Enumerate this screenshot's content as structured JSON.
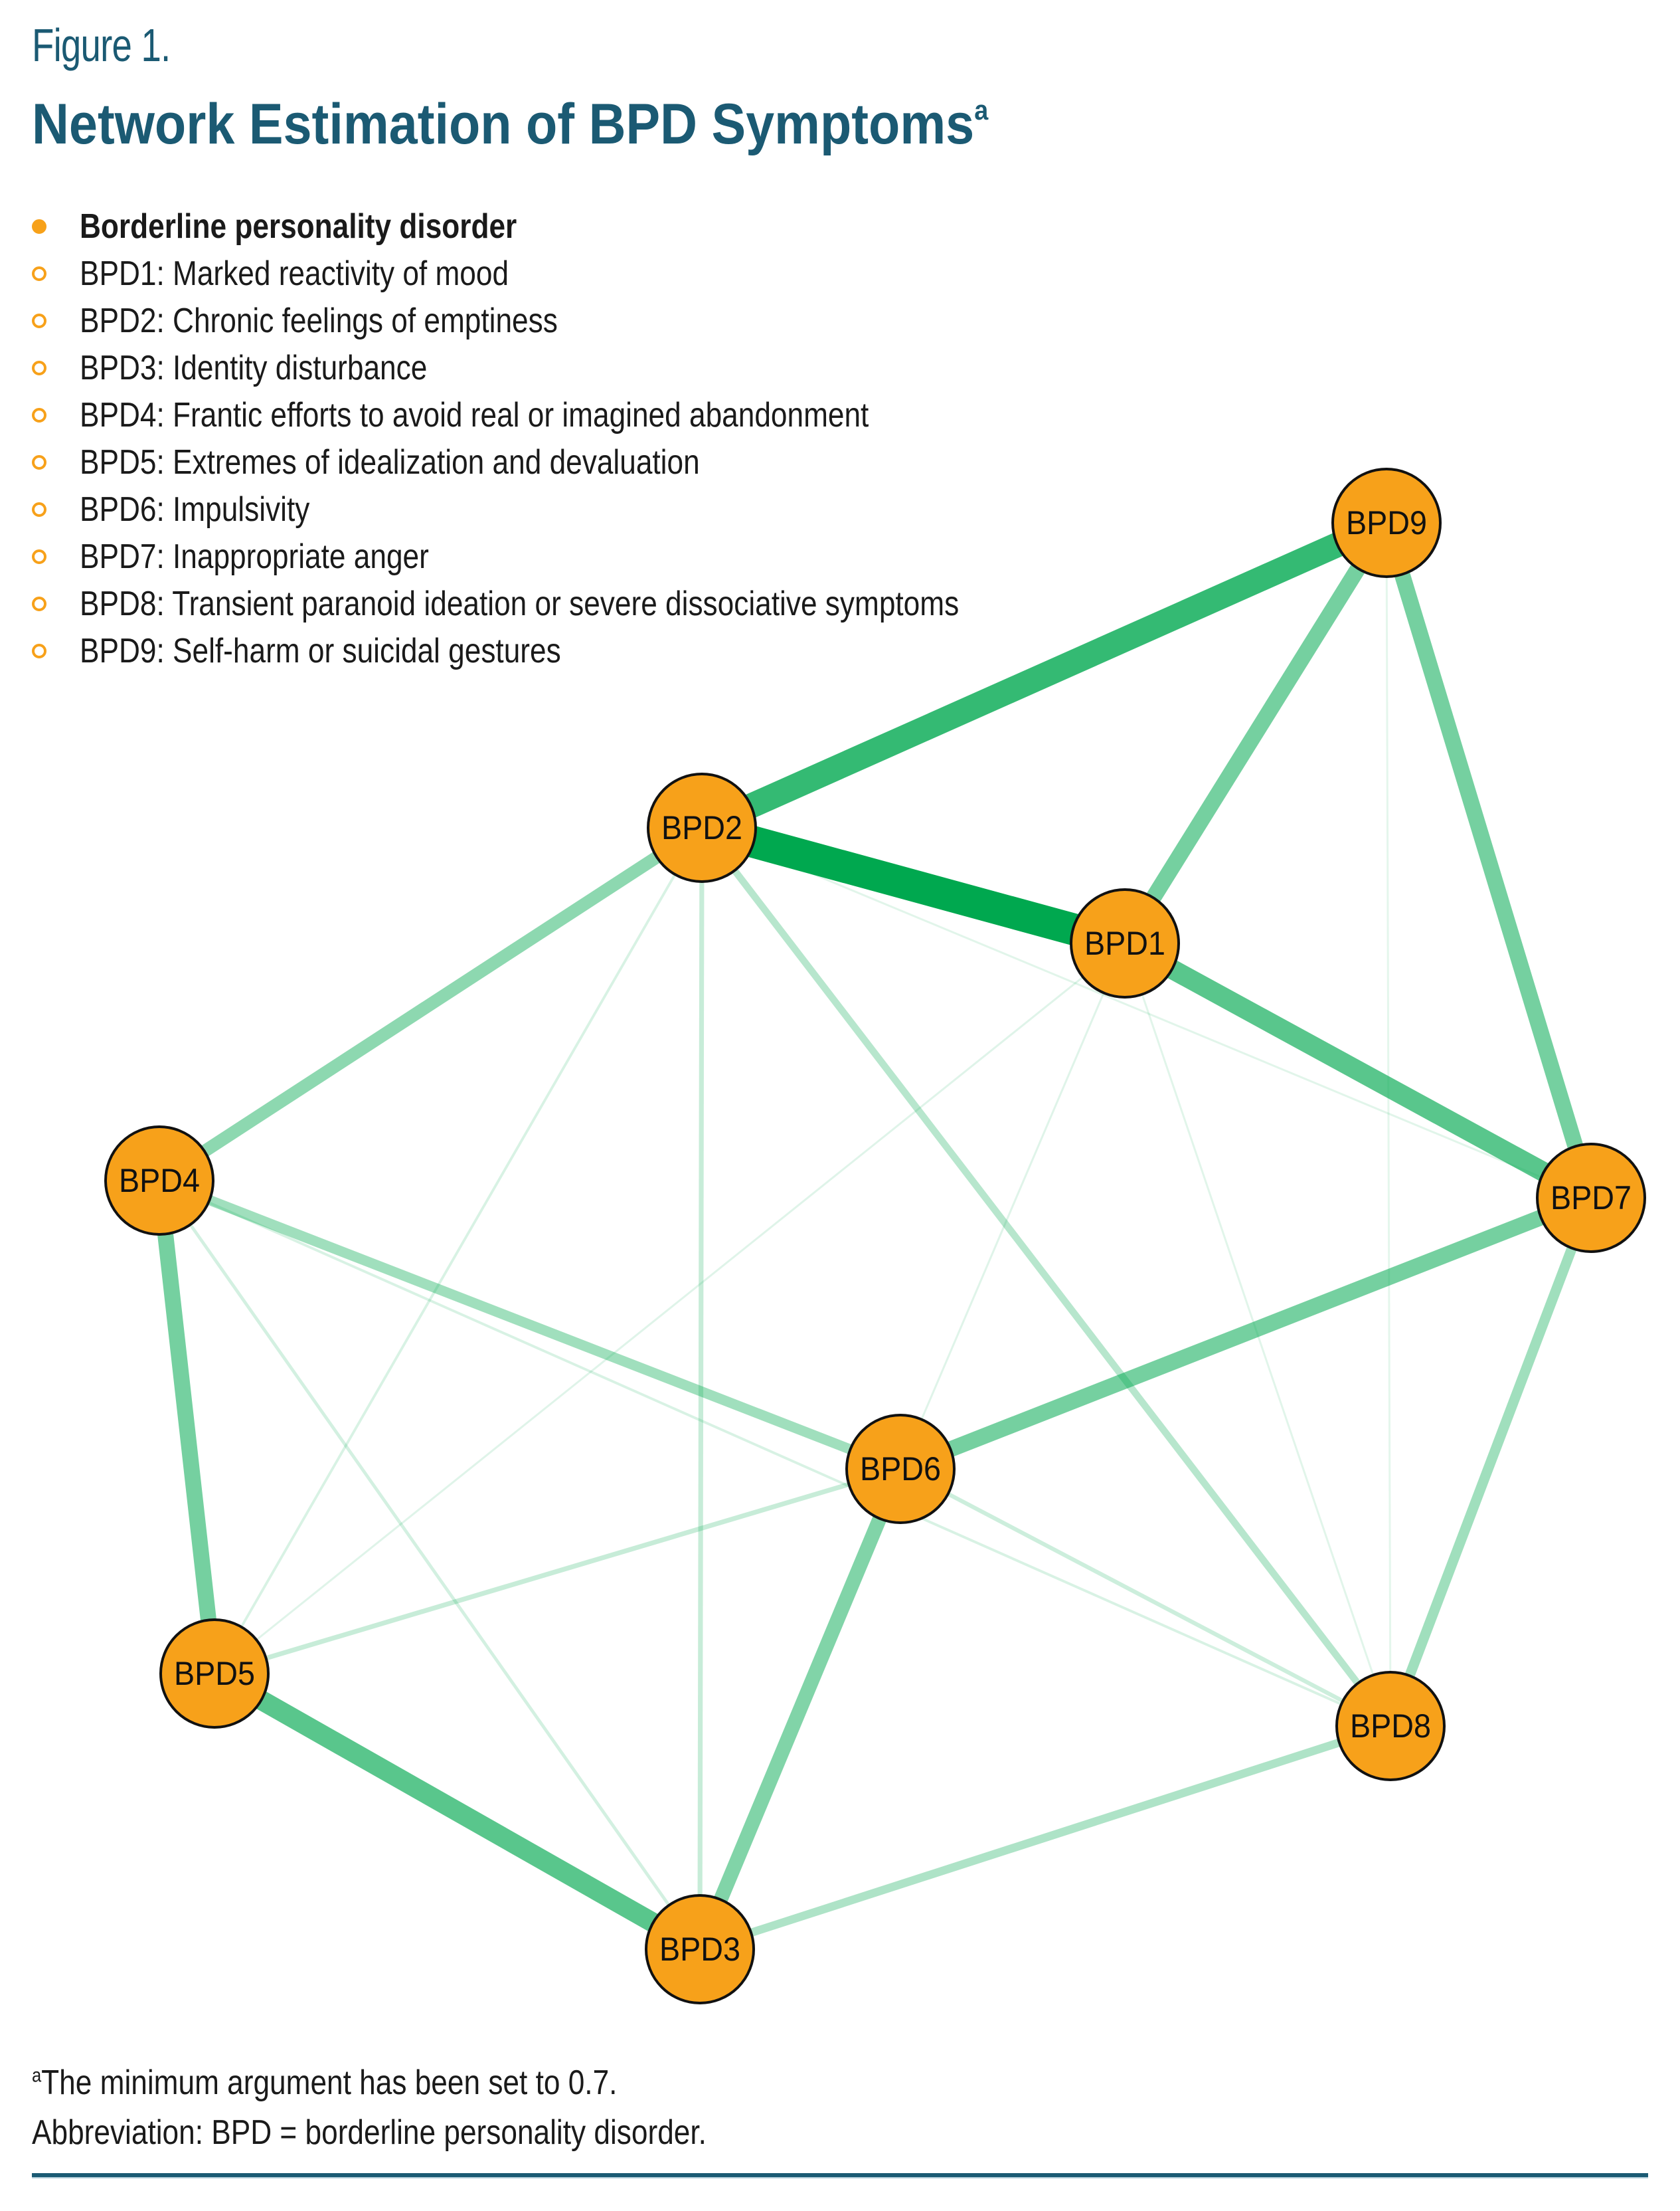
{
  "figure_label": "Figure 1.",
  "title": "Network Estimation of BPD Symptoms",
  "title_superscript": "a",
  "legend": {
    "header": "Borderline personality disorder",
    "items": [
      "BPD1: Marked reactivity of mood",
      "BPD2: Chronic feelings of emptiness",
      "BPD3: Identity disturbance",
      "BPD4: Frantic efforts to avoid real or imagined abandonment",
      "BPD5: Extremes of idealization and devaluation",
      "BPD6: Impulsivity",
      "BPD7: Inappropriate anger",
      "BPD8: Transient paranoid ideation or severe dissociative symptoms",
      "BPD9: Self-harm or suicidal gestures"
    ]
  },
  "colors": {
    "node_fill": "#f7a11a",
    "edge": "#00a84f",
    "title": "#1b5a73"
  },
  "chart_data": {
    "type": "network",
    "nodes": [
      "BPD1",
      "BPD2",
      "BPD3",
      "BPD4",
      "BPD5",
      "BPD6",
      "BPD7",
      "BPD8",
      "BPD9"
    ],
    "edges": [
      {
        "from": "BPD2",
        "to": "BPD1",
        "weight": 1.0
      },
      {
        "from": "BPD2",
        "to": "BPD9",
        "weight": 0.78
      },
      {
        "from": "BPD1",
        "to": "BPD7",
        "weight": 0.62
      },
      {
        "from": "BPD5",
        "to": "BPD3",
        "weight": 0.62
      },
      {
        "from": "BPD9",
        "to": "BPD1",
        "weight": 0.5
      },
      {
        "from": "BPD9",
        "to": "BPD7",
        "weight": 0.5
      },
      {
        "from": "BPD4",
        "to": "BPD5",
        "weight": 0.5
      },
      {
        "from": "BPD6",
        "to": "BPD7",
        "weight": 0.5
      },
      {
        "from": "BPD6",
        "to": "BPD3",
        "weight": 0.45
      },
      {
        "from": "BPD4",
        "to": "BPD2",
        "weight": 0.4
      },
      {
        "from": "BPD4",
        "to": "BPD6",
        "weight": 0.32
      },
      {
        "from": "BPD7",
        "to": "BPD8",
        "weight": 0.32
      },
      {
        "from": "BPD3",
        "to": "BPD8",
        "weight": 0.26
      },
      {
        "from": "BPD2",
        "to": "BPD8",
        "weight": 0.22
      },
      {
        "from": "BPD2",
        "to": "BPD3",
        "weight": 0.15
      },
      {
        "from": "BPD5",
        "to": "BPD6",
        "weight": 0.15
      },
      {
        "from": "BPD6",
        "to": "BPD8",
        "weight": 0.13
      },
      {
        "from": "BPD4",
        "to": "BPD3",
        "weight": 0.1
      },
      {
        "from": "BPD4",
        "to": "BPD8",
        "weight": 0.08
      },
      {
        "from": "BPD2",
        "to": "BPD5",
        "weight": 0.08
      },
      {
        "from": "BPD1",
        "to": "BPD5",
        "weight": 0.05
      },
      {
        "from": "BPD1",
        "to": "BPD6",
        "weight": 0.05
      },
      {
        "from": "BPD1",
        "to": "BPD8",
        "weight": 0.04
      },
      {
        "from": "BPD2",
        "to": "BPD7",
        "weight": 0.04
      },
      {
        "from": "BPD9",
        "to": "BPD8",
        "weight": 0.03
      }
    ],
    "minimum": 0.7
  },
  "footnotes": {
    "a_marker": "a",
    "a_text": "The minimum argument has been set to 0.7.",
    "abbreviation": "Abbreviation: BPD = borderline personality disorder."
  }
}
